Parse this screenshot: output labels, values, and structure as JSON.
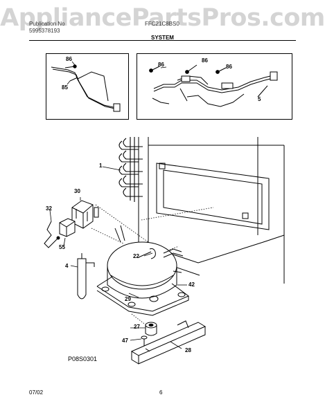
{
  "watermark": "AppliancePartsPros.com",
  "header": {
    "left_line1": "Publication No",
    "left_line2": "5995378193",
    "right_line1": "FFC21C8BS0",
    "section": "SYSTEM"
  },
  "callouts": {
    "box1_top": "86",
    "box1_bottom": "85",
    "box2_left": "86",
    "box2_mid": "86",
    "box2_right": "86",
    "box2_5": "5",
    "coil": "1",
    "relay": "30",
    "wire": "32",
    "overload": "55",
    "drier": "4",
    "clip": "22",
    "grommet_right": "42",
    "compressor": "29",
    "mount_grommet": "27",
    "screw": "47",
    "rail": "28"
  },
  "figure_code": "P08S0301",
  "footer": {
    "date": "07/02",
    "page": "6"
  }
}
